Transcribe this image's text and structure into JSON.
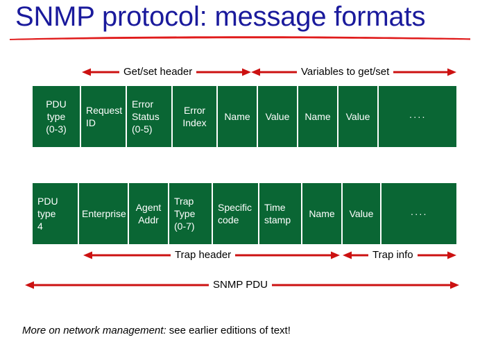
{
  "title": {
    "text": "SNMP protocol: message formats",
    "color": "#1a1a9c",
    "underline_color": "#e01b1b"
  },
  "colors": {
    "field_fill": "#0a6634",
    "field_text": "#ffffff",
    "arrow": "#cc1111",
    "body_text": "#000000"
  },
  "top_bands": [
    {
      "label": "Get/set header",
      "arrow_style": "double"
    },
    {
      "label": "Variables to get/set",
      "arrow_style": "double"
    }
  ],
  "bottom_bands": [
    {
      "label": "Trap header",
      "arrow_style": "double"
    },
    {
      "label": "Trap info",
      "arrow_style": "double"
    }
  ],
  "full_band": {
    "label": "SNMP PDU",
    "arrow_style": "double"
  },
  "rows": [
    {
      "name": "get-set-pdu",
      "fields": [
        {
          "label": "PDU\ntype\n(0-3)",
          "align": "center",
          "width": 70
        },
        {
          "label": "Request\nID",
          "align": "left",
          "width": 66
        },
        {
          "label": "Error\nStatus\n(0-5)",
          "align": "left",
          "width": 66
        },
        {
          "label": "Error\nIndex",
          "align": "center",
          "width": 65
        },
        {
          "label": "Name",
          "align": "center",
          "width": 58
        },
        {
          "label": "Value",
          "align": "center",
          "width": 58
        },
        {
          "label": "Name",
          "align": "center",
          "width": 58
        },
        {
          "label": "Value",
          "align": "center",
          "width": 58
        },
        {
          "label": "····",
          "align": "center",
          "width": 44
        }
      ]
    },
    {
      "name": "trap-pdu",
      "fields": [
        {
          "label": "PDU\ntype\n4",
          "align": "left",
          "width": 67
        },
        {
          "label": "Enterprise",
          "align": "center",
          "width": 72
        },
        {
          "label": "Agent\nAddr",
          "align": "center",
          "width": 58
        },
        {
          "label": "Trap\nType\n(0-7)",
          "align": "left",
          "width": 63
        },
        {
          "label": "Specific\ncode",
          "align": "left",
          "width": 67
        },
        {
          "label": "Time\nstamp",
          "align": "left",
          "width": 62
        },
        {
          "label": "Name",
          "align": "center",
          "width": 58
        },
        {
          "label": "Value",
          "align": "center",
          "width": 56
        },
        {
          "label": "····",
          "align": "center",
          "width": 44
        }
      ]
    }
  ],
  "footer": {
    "emphasis": "More on network management:",
    "rest": " see earlier editions of text!"
  }
}
